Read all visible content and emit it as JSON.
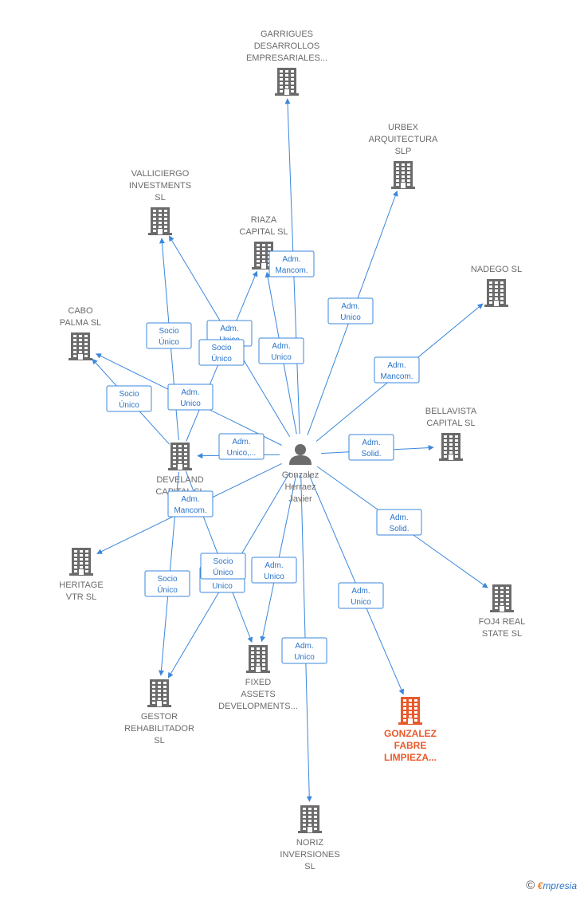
{
  "person": {
    "lines": [
      "Gonzalez",
      "Herraez",
      "Javier"
    ]
  },
  "companies": [
    {
      "id": "garrigues",
      "lines": [
        "GARRIGUES",
        "DESARROLLOS",
        "EMPRESARIALES..."
      ]
    },
    {
      "id": "urbex",
      "lines": [
        "URBEX",
        "ARQUITECTURA",
        "SLP"
      ]
    },
    {
      "id": "valliciergo",
      "lines": [
        "VALLICIERGO",
        "INVESTMENTS",
        "SL"
      ]
    },
    {
      "id": "riaza",
      "lines": [
        "RIAZA",
        "CAPITAL  SL"
      ]
    },
    {
      "id": "nadego",
      "lines": [
        "NADEGO  SL"
      ]
    },
    {
      "id": "cabo",
      "lines": [
        "CABO",
        "PALMA  SL"
      ]
    },
    {
      "id": "bellavista",
      "lines": [
        "BELLAVISTA",
        "CAPITAL  SL"
      ]
    },
    {
      "id": "develand",
      "lines": [
        "DEVELAND",
        "CAPITAL  SL"
      ]
    },
    {
      "id": "heritage",
      "lines": [
        "HERITAGE",
        "VTR  SL"
      ]
    },
    {
      "id": "foj4",
      "lines": [
        "FOJ4 REAL",
        "STATE  SL"
      ]
    },
    {
      "id": "fixed",
      "lines": [
        "FIXED",
        "ASSETS",
        "DEVELOPMENTS..."
      ]
    },
    {
      "id": "gestor",
      "lines": [
        "GESTOR",
        "REHABILITADOR",
        "SL"
      ]
    },
    {
      "id": "gonzalez_fabre",
      "lines": [
        "GONZALEZ",
        "FABRE",
        "LIMPIEZA..."
      ],
      "focus": true
    },
    {
      "id": "noriz",
      "lines": [
        "NORIZ",
        "INVERSIONES",
        "SL"
      ]
    }
  ],
  "edges": [
    {
      "from": "person",
      "to": "garrigues",
      "lines": [
        "Adm.",
        "Mancom."
      ]
    },
    {
      "from": "person",
      "to": "urbex",
      "lines": [
        "Adm.",
        "Unico"
      ]
    },
    {
      "from": "person",
      "to": "riaza",
      "lines": [
        "Adm.",
        "Unico"
      ]
    },
    {
      "from": "person",
      "to": "nadego",
      "lines": [
        "Adm.",
        "Mancom."
      ]
    },
    {
      "from": "person",
      "to": "valliciergo",
      "lines": [
        "Adm.",
        "Unico"
      ]
    },
    {
      "from": "person",
      "to": "cabo",
      "lines": [
        "Adm.",
        "Unico"
      ]
    },
    {
      "from": "person",
      "to": "develand",
      "lines": [
        "Adm.",
        "Unico,..."
      ]
    },
    {
      "from": "person",
      "to": "bellavista",
      "lines": [
        "Adm.",
        "Solid."
      ]
    },
    {
      "from": "person",
      "to": "foj4",
      "lines": [
        "Adm.",
        "Solid."
      ]
    },
    {
      "from": "person",
      "to": "heritage",
      "lines": [
        "Adm.",
        "Mancom."
      ]
    },
    {
      "from": "person",
      "to": "fixed",
      "lines": [
        "Adm.",
        "Unico"
      ]
    },
    {
      "from": "person",
      "to": "gestor",
      "lines": [
        "Adm.",
        "Unico"
      ]
    },
    {
      "from": "person",
      "to": "gonzalez_fabre",
      "lines": [
        "Adm.",
        "Unico"
      ]
    },
    {
      "from": "person",
      "to": "noriz",
      "lines": [
        "Adm.",
        "Unico"
      ]
    },
    {
      "from": "develand",
      "to": "valliciergo",
      "lines": [
        "Socio",
        "Único"
      ]
    },
    {
      "from": "develand",
      "to": "cabo",
      "lines": [
        "Socio",
        "Único"
      ]
    },
    {
      "from": "develand",
      "to": "riaza",
      "lines": [
        "Socio",
        "Único"
      ]
    },
    {
      "from": "develand",
      "to": "gestor",
      "lines": [
        "Socio",
        "Único"
      ]
    },
    {
      "from": "develand",
      "to": "fixed",
      "lines": [
        "Socio",
        "Único"
      ]
    }
  ],
  "colors": {
    "edge": "#3b87dc",
    "node": "#6b6b6b",
    "focus": "#e85a2c",
    "person": "#6b6b6b"
  },
  "footer": {
    "copyright_symbol": "©",
    "brand_first": "€",
    "brand_rest": "mpresia"
  }
}
